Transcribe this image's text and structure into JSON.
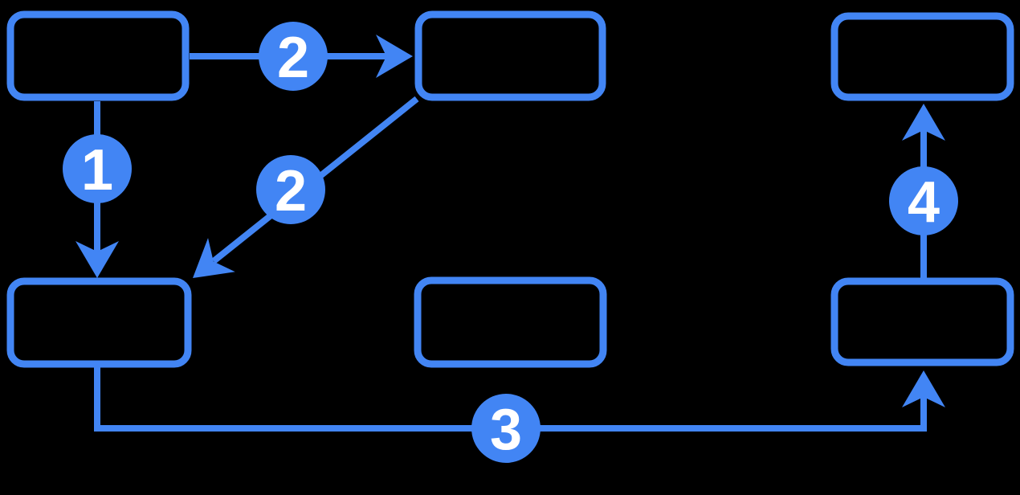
{
  "diagram": {
    "type": "flowchart",
    "background_color": "#000000",
    "accent_color": "#4285f4",
    "badge_text_color": "#ffffff",
    "nodes": [
      {
        "id": "top-left",
        "label": ""
      },
      {
        "id": "top-middle",
        "label": ""
      },
      {
        "id": "top-right",
        "label": ""
      },
      {
        "id": "bottom-left",
        "label": ""
      },
      {
        "id": "bottom-middle",
        "label": ""
      },
      {
        "id": "bottom-right",
        "label": ""
      }
    ],
    "edges": [
      {
        "id": "step-1",
        "from": "top-left",
        "to": "bottom-left",
        "label": "1"
      },
      {
        "id": "step-2a",
        "from": "top-left",
        "to": "top-middle",
        "label": "2"
      },
      {
        "id": "step-2b",
        "from": "top-middle",
        "to": "bottom-left",
        "label": "2"
      },
      {
        "id": "step-3",
        "from": "bottom-left",
        "to": "bottom-right",
        "label": "3"
      },
      {
        "id": "step-4",
        "from": "bottom-right",
        "to": "top-right",
        "label": "4"
      }
    ]
  }
}
